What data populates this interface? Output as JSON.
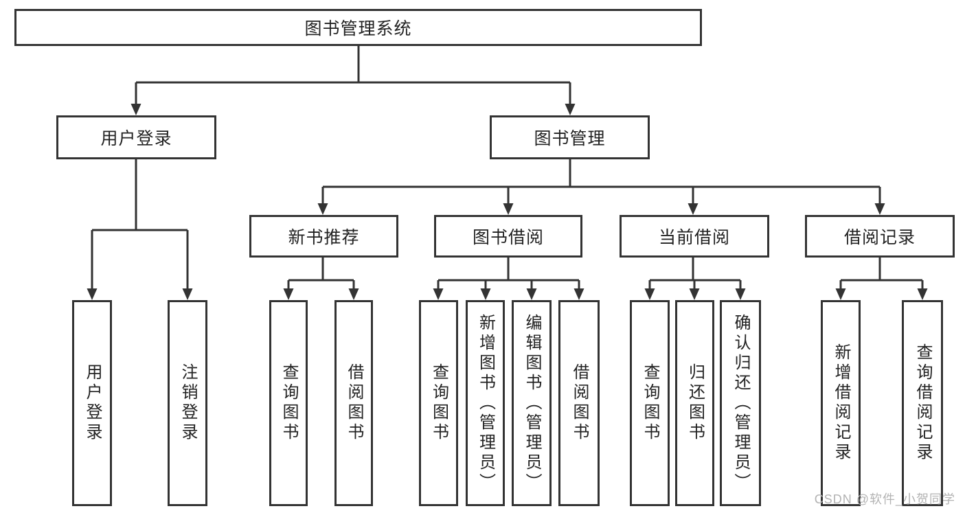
{
  "tree": {
    "root": "图书管理系统",
    "branches": [
      {
        "label": "用户登录",
        "children": [
          "用户登录",
          "注销登录"
        ]
      },
      {
        "label": "图书管理",
        "groups": [
          {
            "label": "新书推荐",
            "children": [
              "查询图书",
              "借阅图书"
            ]
          },
          {
            "label": "图书借阅",
            "children": [
              "查询图书",
              "新增图书（管理员）",
              "编辑图书（管理员）",
              "借阅图书"
            ]
          },
          {
            "label": "当前借阅",
            "children": [
              "查询图书",
              "归还图书",
              "确认归还（管理员）"
            ]
          },
          {
            "label": "借阅记录",
            "children": [
              "新增借阅记录",
              "查询借阅记录"
            ]
          }
        ]
      }
    ]
  },
  "watermark": "CSDN @软件_小贺同学",
  "colors": {
    "line": "#333333",
    "text": "#222222",
    "watermark": "#b3b3b3",
    "background": "#ffffff"
  }
}
